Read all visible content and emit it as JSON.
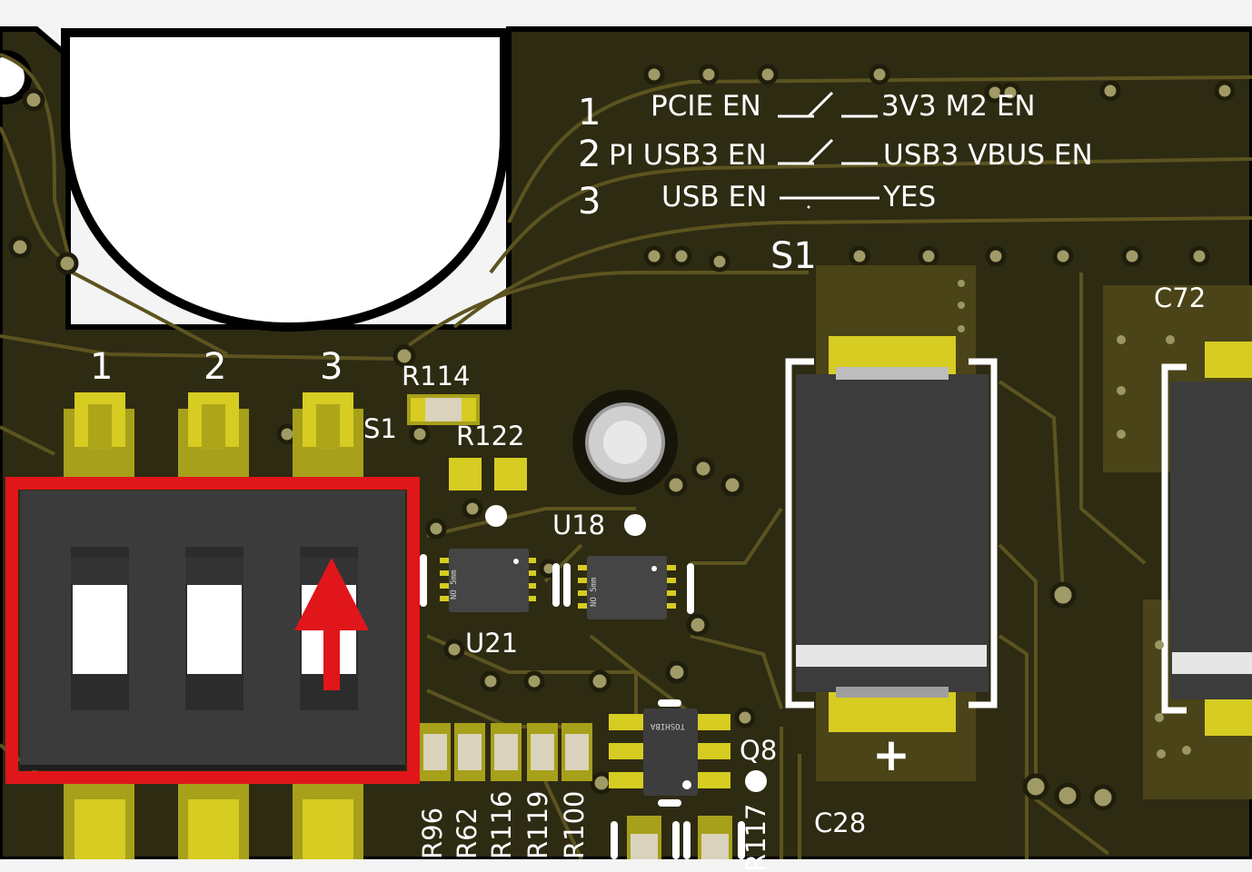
{
  "switch_legend": {
    "rows": [
      {
        "num": "1",
        "left": "PCIE EN",
        "right": "3V3 M2 EN"
      },
      {
        "num": "2",
        "left": "PI USB3 EN",
        "right": "USB3 VBUS EN"
      },
      {
        "num": "3",
        "left": "USB EN",
        "right": "YES"
      }
    ]
  },
  "switch_positions": [
    "1",
    "2",
    "3"
  ],
  "designators": {
    "s1_main": "S1",
    "s1_small": "S1",
    "c72": "C72",
    "r114": "R114",
    "r122": "R122",
    "u18": "U18",
    "u21": "U21",
    "q8": "Q8",
    "c28": "C28",
    "plus": "+",
    "bottom_resistors": [
      "R96",
      "R62",
      "R116",
      "R119",
      "R100",
      "R117"
    ]
  },
  "chip_marks": {
    "q8_maker": "TOSHIBA",
    "u21_mark": "NO 5mm",
    "u18_mark": "NO 5mm"
  },
  "colors": {
    "board": "#2d2b14",
    "trace": "#5a5320",
    "pad": "#d8cf22",
    "highlight": "#e0161b",
    "silkscreen": "#ffffff",
    "switch_body": "#3a3a3a"
  }
}
